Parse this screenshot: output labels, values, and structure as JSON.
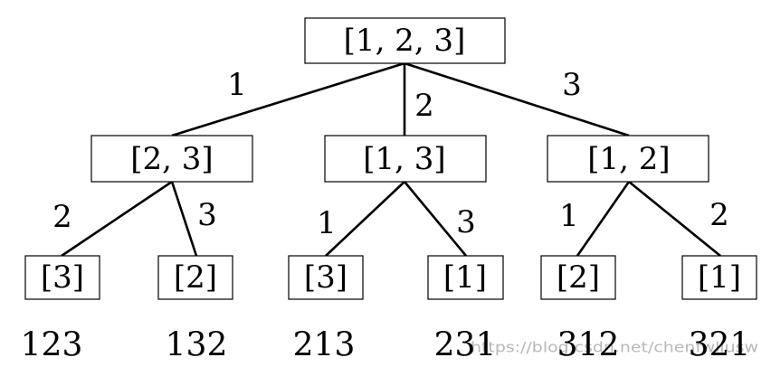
{
  "tree": {
    "root": {
      "label": "[1, 2, 3]"
    },
    "level1": [
      {
        "label": "[2, 3]",
        "edge_label": "1"
      },
      {
        "label": "[1, 3]",
        "edge_label": "2"
      },
      {
        "label": "[1, 2]",
        "edge_label": "3"
      }
    ],
    "level2": [
      {
        "label": "[3]",
        "edge_label": "2",
        "result": "123"
      },
      {
        "label": "[2]",
        "edge_label": "3",
        "result": "132"
      },
      {
        "label": "[3]",
        "edge_label": "1",
        "result": "213"
      },
      {
        "label": "[1]",
        "edge_label": "3",
        "result": "231"
      },
      {
        "label": "[2]",
        "edge_label": "1",
        "result": "312"
      },
      {
        "label": "[1]",
        "edge_label": "2",
        "result": "321"
      }
    ]
  },
  "watermark": "https://blog.csdn.net/chenfwliusw"
}
